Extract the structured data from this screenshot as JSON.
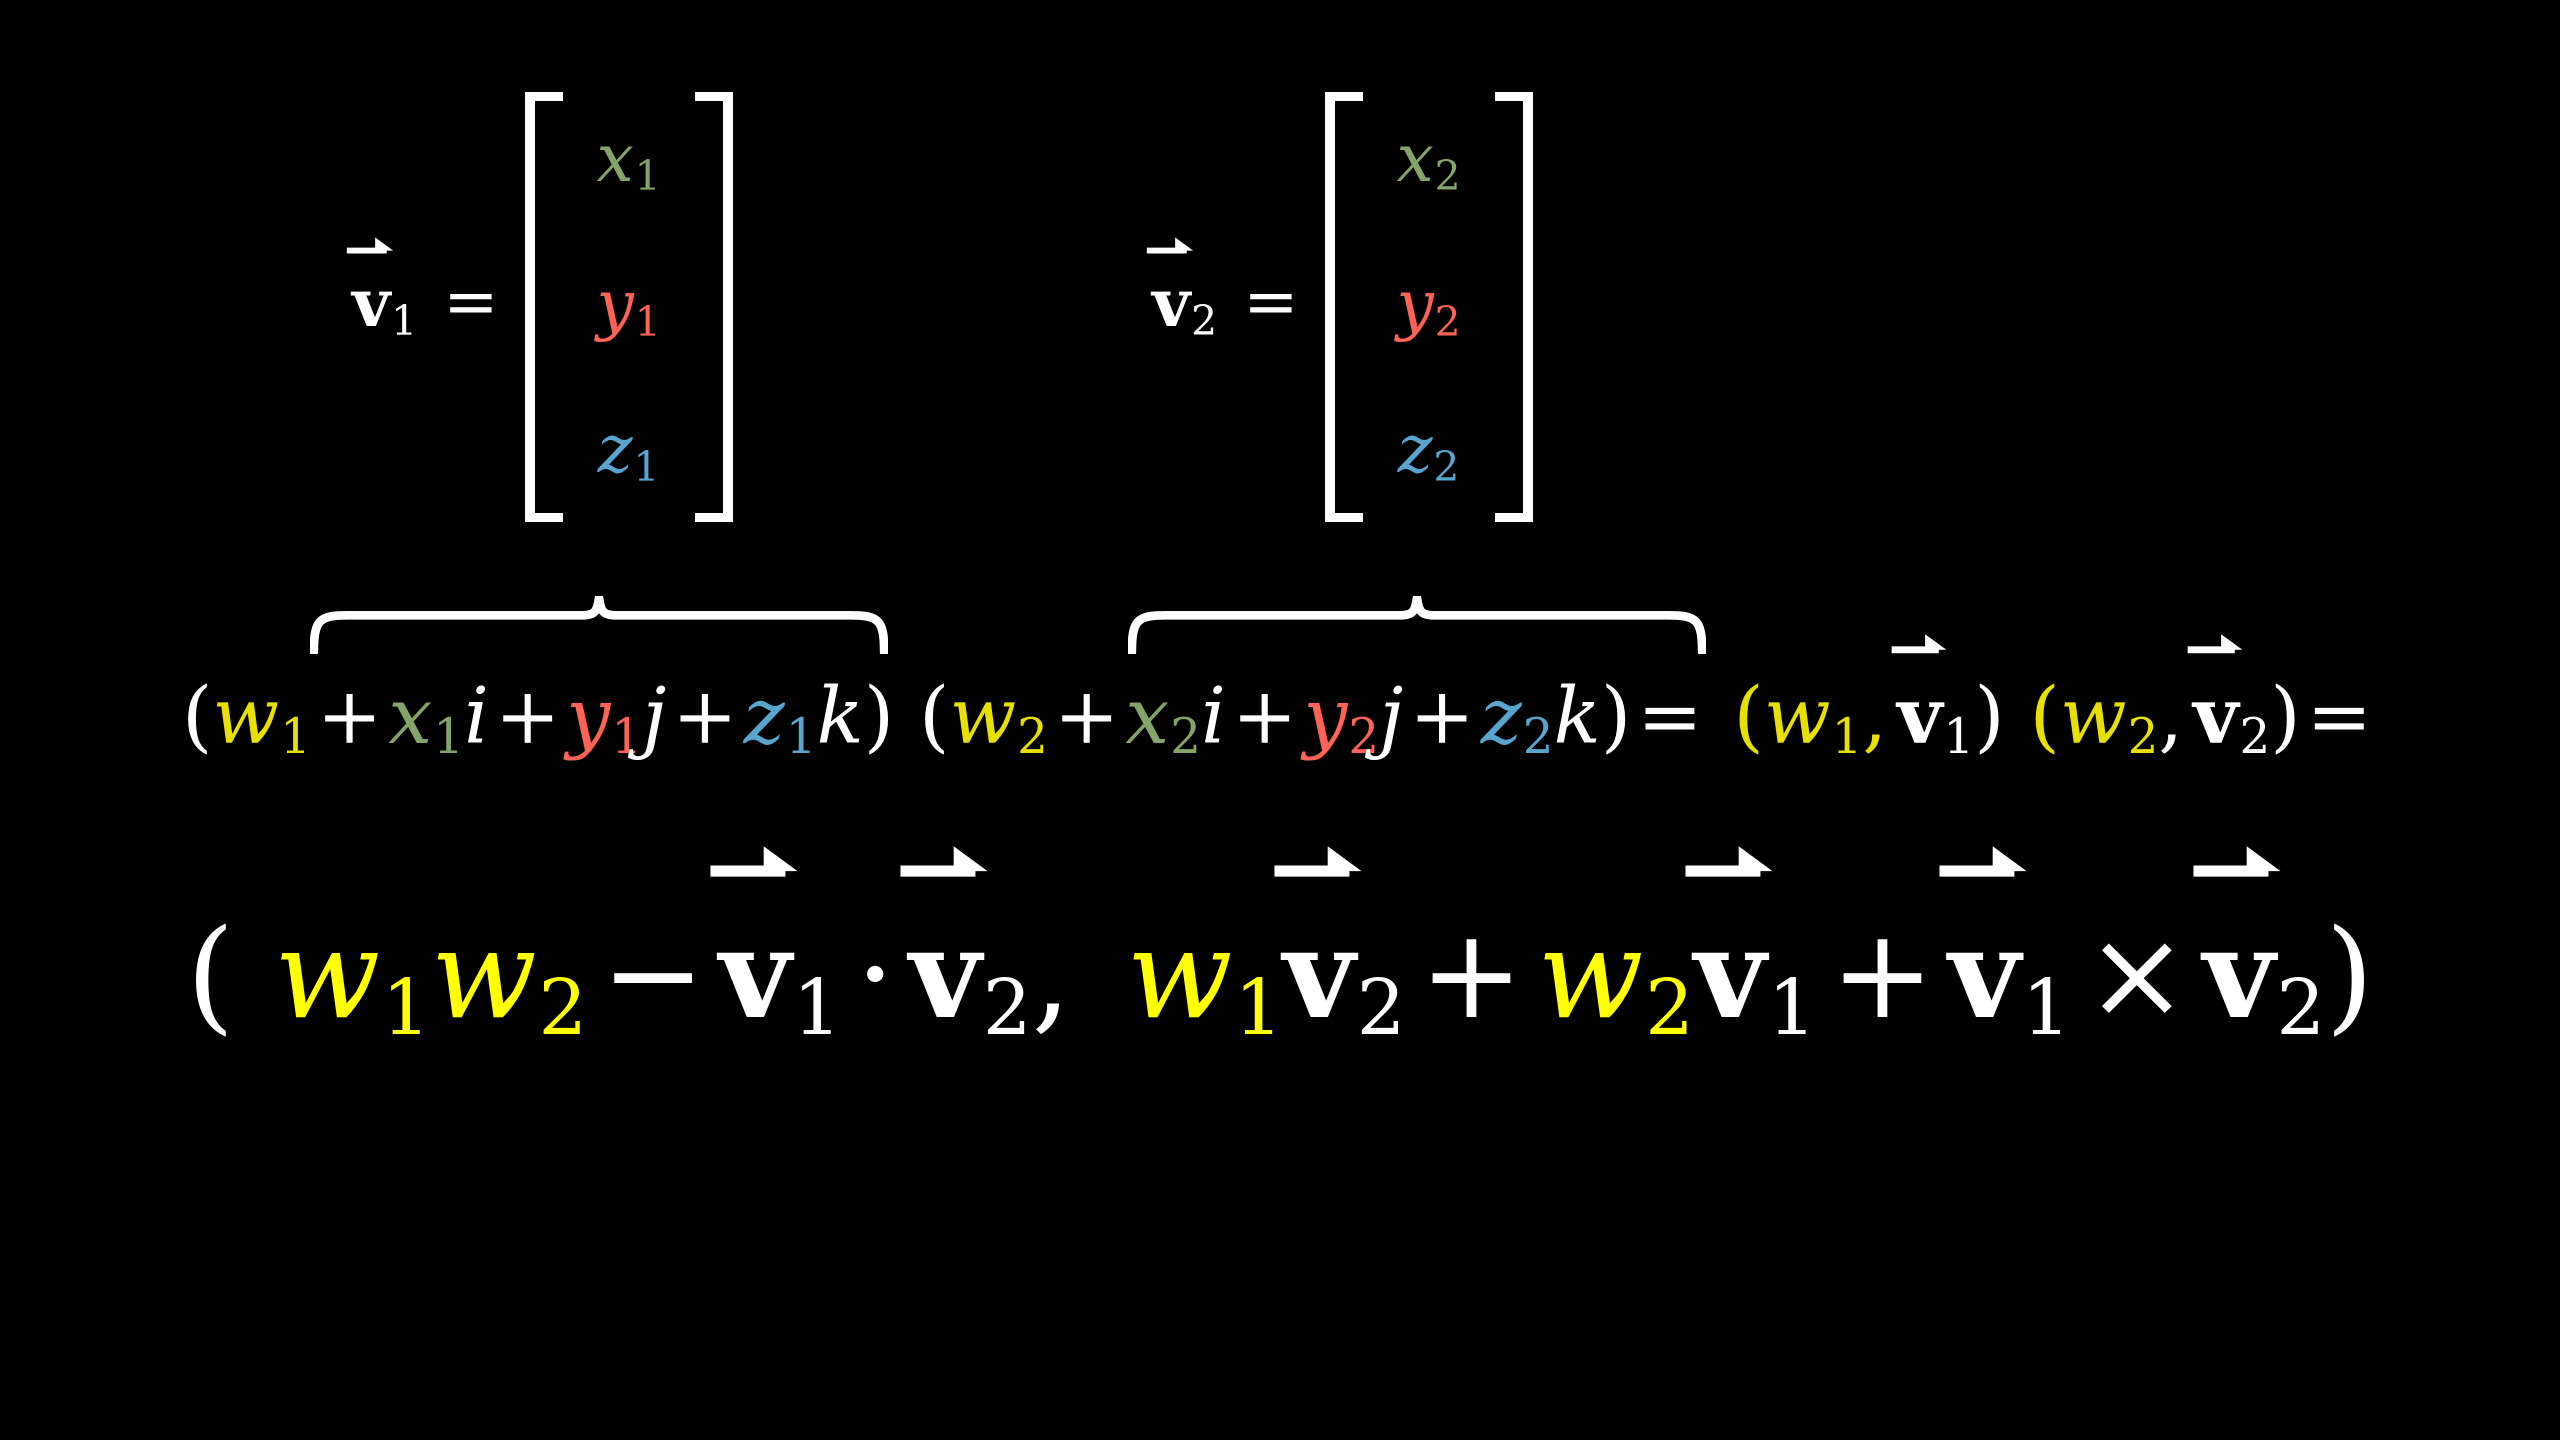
{
  "background_color": "#000000",
  "palette": {
    "white": "#ffffff",
    "green": "#83a569",
    "red": "#fc6255",
    "blue": "#58a6cf",
    "yellow_muted": "#e8e000",
    "yellow_bright": "#ffff00"
  },
  "definitions": {
    "v1": {
      "label_vector": "v",
      "label_sub": "1",
      "equals": "=",
      "components": [
        {
          "symbol": "x",
          "sub": "1",
          "color": "#83a569"
        },
        {
          "symbol": "y",
          "sub": "1",
          "color": "#fc6255"
        },
        {
          "symbol": "z",
          "sub": "1",
          "color": "#58a6cf"
        }
      ]
    },
    "v2": {
      "label_vector": "v",
      "label_sub": "2",
      "equals": "=",
      "components": [
        {
          "symbol": "x",
          "sub": "2",
          "color": "#83a569"
        },
        {
          "symbol": "y",
          "sub": "2",
          "color": "#fc6255"
        },
        {
          "symbol": "z",
          "sub": "2",
          "color": "#58a6cf"
        }
      ]
    }
  },
  "expansion": {
    "q1": {
      "open_paren": "(",
      "w": "w",
      "w_sub": "1",
      "plus1": "+",
      "x": "x",
      "x_sub": "1",
      "i": "i",
      "plus2": "+",
      "y": "y",
      "y_sub": "1",
      "j": "j",
      "plus3": "+",
      "z": "z",
      "z_sub": "1",
      "k": "k",
      "close_paren": ")"
    },
    "q2": {
      "open_paren": "(",
      "w": "w",
      "w_sub": "2",
      "plus1": "+",
      "x": "x",
      "x_sub": "2",
      "i": "i",
      "plus2": "+",
      "y": "y",
      "y_sub": "2",
      "j": "j",
      "plus3": "+",
      "z": "z",
      "z_sub": "2",
      "k": "k",
      "close_paren": ")"
    },
    "equals": "=",
    "pair1": {
      "open_paren": "(",
      "w": "w",
      "w_sub": "1",
      "comma": ",",
      "v": "v",
      "v_sub": "1",
      "close_paren": ")"
    },
    "pair2": {
      "open_paren": "(",
      "w": "w",
      "w_sub": "2",
      "comma": ",",
      "v": "v",
      "v_sub": "2",
      "close_paren": ")"
    },
    "trailing_equals": "="
  },
  "result": {
    "open_paren": "(",
    "scalar_part": {
      "w1": "w",
      "w1_sub": "1",
      "w2": "w",
      "w2_sub": "2",
      "minus": "−",
      "v1": "v",
      "v1_sub": "1",
      "dot": "·",
      "v2": "v",
      "v2_sub": "2"
    },
    "comma": ",",
    "vector_part": {
      "w1": "w",
      "w1_sub": "1",
      "v2": "v",
      "v2_sub": "2",
      "plus1": "+",
      "w2": "w",
      "w2_sub": "2",
      "v1": "v",
      "v1_sub": "1",
      "plus2": "+",
      "v1b": "v",
      "v1b_sub": "1",
      "cross": "×",
      "v2b": "v",
      "v2b_sub": "2"
    },
    "close_paren": ")"
  }
}
